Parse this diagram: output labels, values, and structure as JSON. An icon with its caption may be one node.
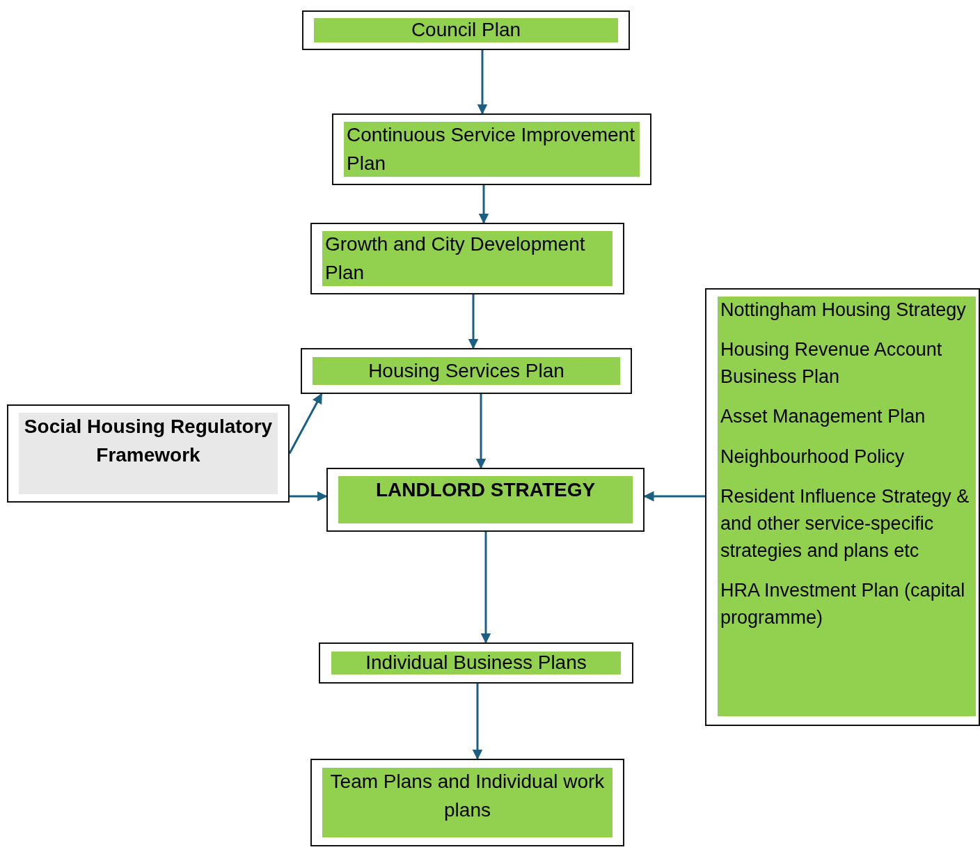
{
  "diagram": {
    "nodes": [
      {
        "text": [
          "Council Plan"
        ]
      },
      {
        "text": [
          "Continuous Service Improvement Plan"
        ]
      },
      {
        "text": [
          "Growth and City Development Plan"
        ]
      },
      {
        "text": [
          "Housing Services Plan"
        ]
      },
      {
        "text": [
          "Social Housing Regulatory Framework"
        ]
      },
      {
        "text": [
          "LANDLORD STRATEGY"
        ]
      },
      {
        "text": [
          "Nottingham Housing Strategy",
          "Housing Revenue Account Business Plan",
          "Asset Management Plan",
          "Neighbourhood Policy",
          "Resident Influence Strategy & and other service-specific strategies and plans etc",
          "HRA Investment Plan (capital programme)"
        ]
      },
      {
        "text": [
          "Individual Business Plans"
        ]
      },
      {
        "text": [
          "Team Plans and Individual work plans"
        ]
      }
    ],
    "edges": [
      {
        "from": 0,
        "to": 1,
        "arrow": "to"
      },
      {
        "from": 1,
        "to": 2,
        "arrow": "to"
      },
      {
        "from": 2,
        "to": 3,
        "arrow": "to"
      },
      {
        "from": 3,
        "to": 5,
        "arrow": "to"
      },
      {
        "from": 4,
        "to": 3,
        "arrow": "to"
      },
      {
        "from": 4,
        "to": 5,
        "arrow": "to"
      },
      {
        "from": 6,
        "to": 5,
        "arrow": "to"
      },
      {
        "from": 5,
        "to": 7,
        "arrow": "to"
      },
      {
        "from": 7,
        "to": 8,
        "arrow": "to"
      }
    ]
  }
}
